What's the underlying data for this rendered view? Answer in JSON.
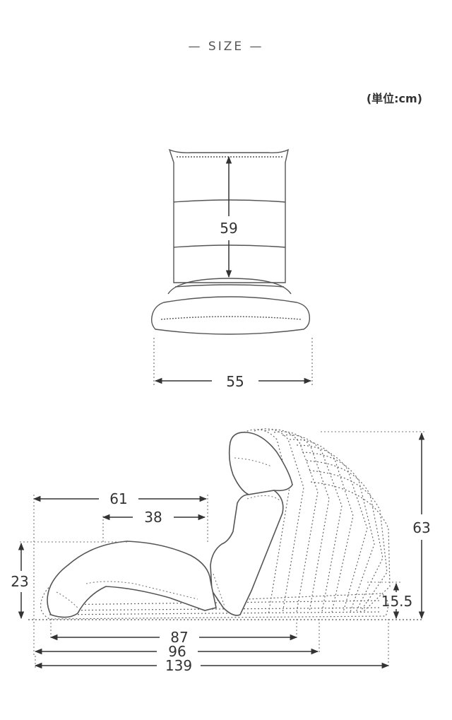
{
  "heading": "—  SIZE  —",
  "unit_label": "(単位:cm)",
  "front_view": {
    "height": "59",
    "width": "55"
  },
  "side_view": {
    "top_depth": "61",
    "headrest_depth": "38",
    "seat_height": "23",
    "overall_height": "63",
    "flat_height": "15.5",
    "depth_a": "87",
    "depth_b": "96",
    "depth_flat": "139"
  }
}
